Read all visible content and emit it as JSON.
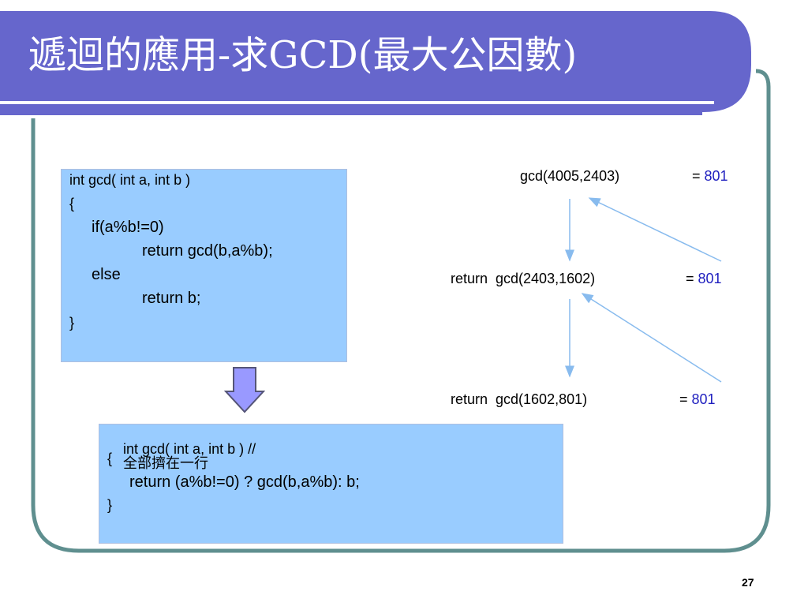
{
  "slide": {
    "title": "遞迴的應用-求GCD(最大公因數)",
    "page_number": "27"
  },
  "code_block_1": {
    "lines": [
      "int gcd( int a, int b )",
      "{",
      "if(a%b!=0)",
      "return gcd(b,a%b);",
      "else",
      "return b;",
      "}"
    ]
  },
  "code_block_2": {
    "line1_code": "int gcd( int a, int b ) //",
    "line1_comment": "全部擠在一行",
    "lines": [
      "{",
      "return (a%b!=0) ? gcd(b,a%b): b;",
      "}"
    ]
  },
  "trace": {
    "calls": [
      "gcd(4005,2403)",
      "return  gcd(2403,1602)",
      "return  gcd(1602,801)"
    ],
    "results": [
      "= ",
      "= ",
      "= "
    ],
    "result_value": "801"
  },
  "colors": {
    "title_bar": "#6666cc",
    "frame_border": "#5f8f8f",
    "code_background": "#99ccff",
    "result_number": "#1f1fbf",
    "arrow": "#88bbee",
    "down_arrow_fill": "#9999ff"
  }
}
